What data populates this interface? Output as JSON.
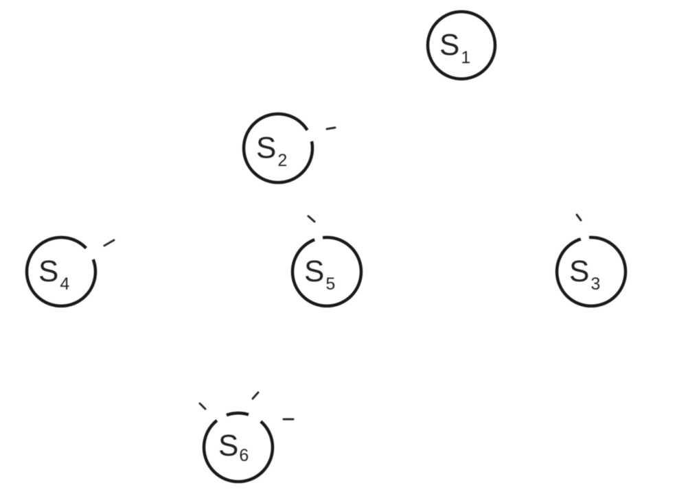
{
  "diagram": {
    "nodes": [
      {
        "id": "s1",
        "label": "S",
        "sub": "1"
      },
      {
        "id": "s2",
        "label": "S",
        "sub": "2"
      },
      {
        "id": "s3",
        "label": "S",
        "sub": "3"
      },
      {
        "id": "s4",
        "label": "S",
        "sub": "4"
      },
      {
        "id": "s5",
        "label": "S",
        "sub": "5"
      },
      {
        "id": "s6",
        "label": "S",
        "sub": "6"
      }
    ],
    "stroke_color": "#1a1a1a",
    "background": "#ffffff"
  }
}
